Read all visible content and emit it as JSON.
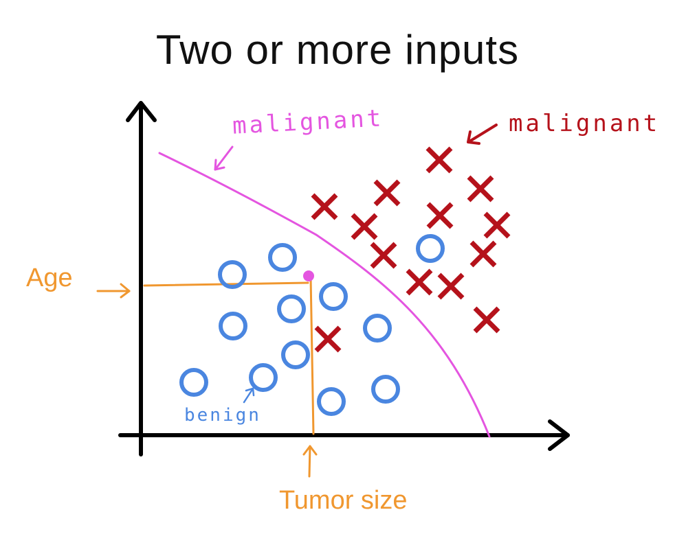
{
  "title": "Two or more inputs",
  "labels": {
    "age": "Age",
    "tumor_size": "Tumor size",
    "boundary_class": "malignant",
    "cross_class": "malignant",
    "circle_class": "benign"
  },
  "colors": {
    "axes": "#000000",
    "benign": "#4a86e0",
    "malignant_marks": "#b5121b",
    "boundary": "#e455e0",
    "guide": "#f0972f",
    "title": "#111111"
  }
}
